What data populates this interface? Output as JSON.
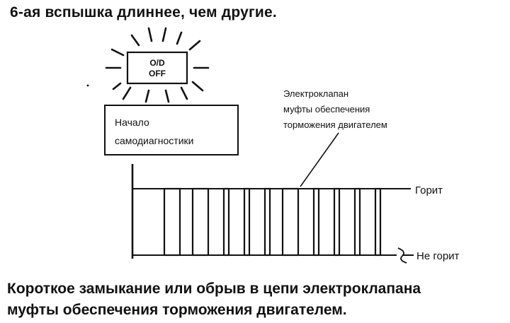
{
  "heading": "6-ая вспышка длиннее, чем другие.",
  "indicator": {
    "label_line1": "O/D",
    "label_line2": "OFF"
  },
  "start_box": {
    "line1": "Начало",
    "line2": "самодиагностики"
  },
  "callout": {
    "line1": "Электроклапан",
    "line2": "муфты обеспечения",
    "line3": "торможения двигателем"
  },
  "levels": {
    "on": "Горит",
    "off": "Не горит"
  },
  "caption": {
    "line1": "Короткое замыкание или обрыв в цепи электроклапана",
    "line2": "муфты обеспечения торможения двигателем."
  },
  "chart_data": {
    "type": "timing",
    "states": [
      "Не горит",
      "Горит"
    ],
    "pulses": [
      {
        "index": 1,
        "length": "long"
      },
      {
        "index": 2,
        "length": "long"
      },
      {
        "index": 3,
        "length": "short"
      },
      {
        "index": 4,
        "length": "short"
      },
      {
        "index": 5,
        "length": "short"
      },
      {
        "index": 6,
        "length": "long"
      },
      {
        "index": 7,
        "length": "short"
      },
      {
        "index": 8,
        "length": "short"
      },
      {
        "index": 9,
        "length": "short"
      },
      {
        "index": 10,
        "length": "short"
      }
    ]
  }
}
